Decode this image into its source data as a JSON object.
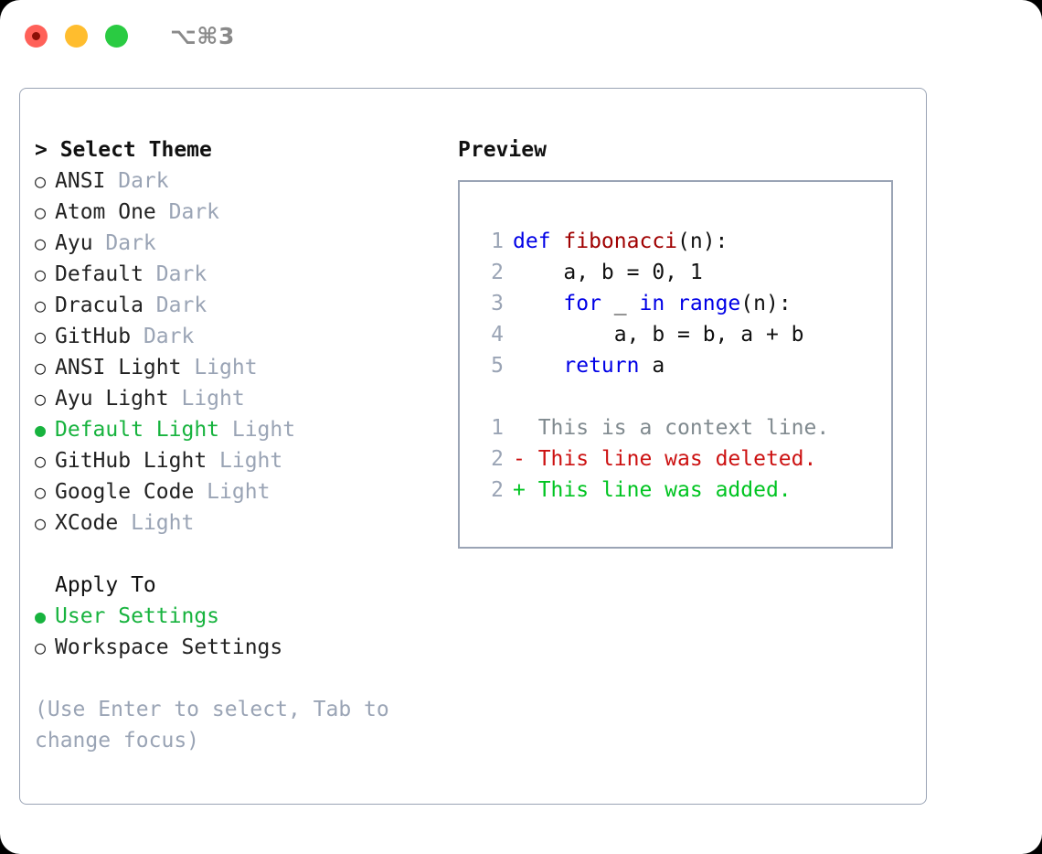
{
  "window": {
    "shortcut": "⌥⌘3",
    "traffic_lights": [
      "close",
      "minimize",
      "maximize"
    ],
    "accent_green": "#17b33e",
    "muted_gray": "#9aa4b5",
    "border_color": "#9aa4b5"
  },
  "theme_panel": {
    "header": "> Select Theme",
    "options": [
      {
        "bullet": "○",
        "label": "ANSI",
        "tag": " Dark",
        "selected": false
      },
      {
        "bullet": "○",
        "label": "Atom One",
        "tag": " Dark",
        "selected": false
      },
      {
        "bullet": "○",
        "label": "Ayu",
        "tag": " Dark",
        "selected": false
      },
      {
        "bullet": "○",
        "label": "Default",
        "tag": " Dark",
        "selected": false
      },
      {
        "bullet": "○",
        "label": "Dracula",
        "tag": " Dark",
        "selected": false
      },
      {
        "bullet": "○",
        "label": "GitHub",
        "tag": " Dark",
        "selected": false
      },
      {
        "bullet": "○",
        "label": "ANSI Light",
        "tag": " Light",
        "selected": false
      },
      {
        "bullet": "○",
        "label": "Ayu Light",
        "tag": " Light",
        "selected": false
      },
      {
        "bullet": "●",
        "label": "Default Light",
        "tag": " Light",
        "selected": true
      },
      {
        "bullet": "○",
        "label": "GitHub Light",
        "tag": " Light",
        "selected": false
      },
      {
        "bullet": "○",
        "label": "Google Code",
        "tag": " Light",
        "selected": false
      },
      {
        "bullet": "○",
        "label": "XCode",
        "tag": " Light",
        "selected": false
      }
    ]
  },
  "apply_to": {
    "header": "Apply To",
    "options": [
      {
        "bullet": "●",
        "label": "User Settings",
        "selected": true
      },
      {
        "bullet": "○",
        "label": "Workspace Settings",
        "selected": false
      }
    ]
  },
  "help": {
    "text": "(Use Enter to select, Tab to change focus)"
  },
  "preview": {
    "header": "Preview",
    "code_lines": [
      {
        "n": "1",
        "tokens": [
          {
            "t": "def ",
            "k": "kw"
          },
          {
            "t": "fibonacci",
            "k": "fn"
          },
          {
            "t": "(n):",
            "k": "plain"
          }
        ]
      },
      {
        "n": "2",
        "tokens": [
          {
            "t": "    a, b = 0, 1",
            "k": "plain"
          }
        ]
      },
      {
        "n": "3",
        "tokens": [
          {
            "t": "    ",
            "k": "plain"
          },
          {
            "t": "for",
            "k": "kw"
          },
          {
            "t": " _ ",
            "k": "plain"
          },
          {
            "t": "in",
            "k": "kw"
          },
          {
            "t": " ",
            "k": "plain"
          },
          {
            "t": "range",
            "k": "kw"
          },
          {
            "t": "(n):",
            "k": "plain"
          }
        ]
      },
      {
        "n": "4",
        "tokens": [
          {
            "t": "        a, b = b, a + b",
            "k": "plain"
          }
        ]
      },
      {
        "n": "5",
        "tokens": [
          {
            "t": "    ",
            "k": "plain"
          },
          {
            "t": "return",
            "k": "kw"
          },
          {
            "t": " a",
            "k": "plain"
          }
        ]
      }
    ],
    "diff_lines": [
      {
        "n": "1",
        "marker": " ",
        "text": " This is a context line.",
        "kind": "ctx"
      },
      {
        "n": "2",
        "marker": "-",
        "text": " This line was deleted.",
        "kind": "del"
      },
      {
        "n": "2",
        "marker": "+",
        "text": " This line was added.",
        "kind": "add"
      }
    ]
  }
}
